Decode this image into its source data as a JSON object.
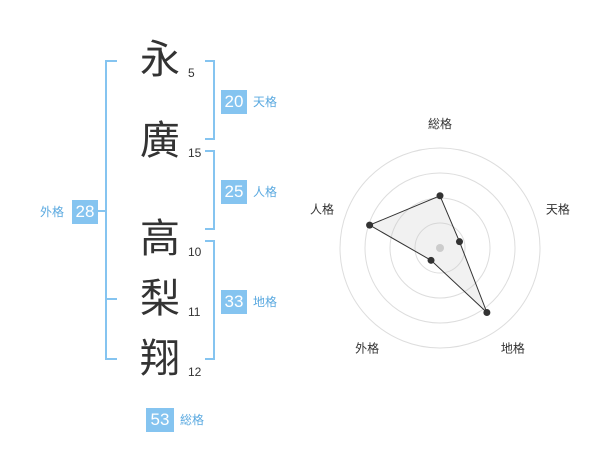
{
  "name": {
    "chars": [
      {
        "char": "永",
        "strokes": "5"
      },
      {
        "char": "廣",
        "strokes": "15"
      },
      {
        "char": "高",
        "strokes": "10"
      },
      {
        "char": "梨",
        "strokes": "11"
      },
      {
        "char": "翔",
        "strokes": "12"
      }
    ]
  },
  "kakusu": {
    "tenkaku": {
      "value": "20",
      "label": "天格"
    },
    "jinkaku": {
      "value": "25",
      "label": "人格"
    },
    "chikaku": {
      "value": "33",
      "label": "地格"
    },
    "gaikaku": {
      "value": "28",
      "label": "外格"
    },
    "soukaku": {
      "value": "53",
      "label": "総格"
    }
  },
  "colors": {
    "accent": "#85c4f0",
    "label": "#5aa9e0",
    "text": "#333333"
  },
  "chart_data": {
    "type": "radar",
    "axes": [
      "総格",
      "天格",
      "地格",
      "外格",
      "人格"
    ],
    "rings": 4,
    "values": [
      2.09,
      0.82,
      3.19,
      0.61,
      2.96
    ],
    "max": 4
  }
}
